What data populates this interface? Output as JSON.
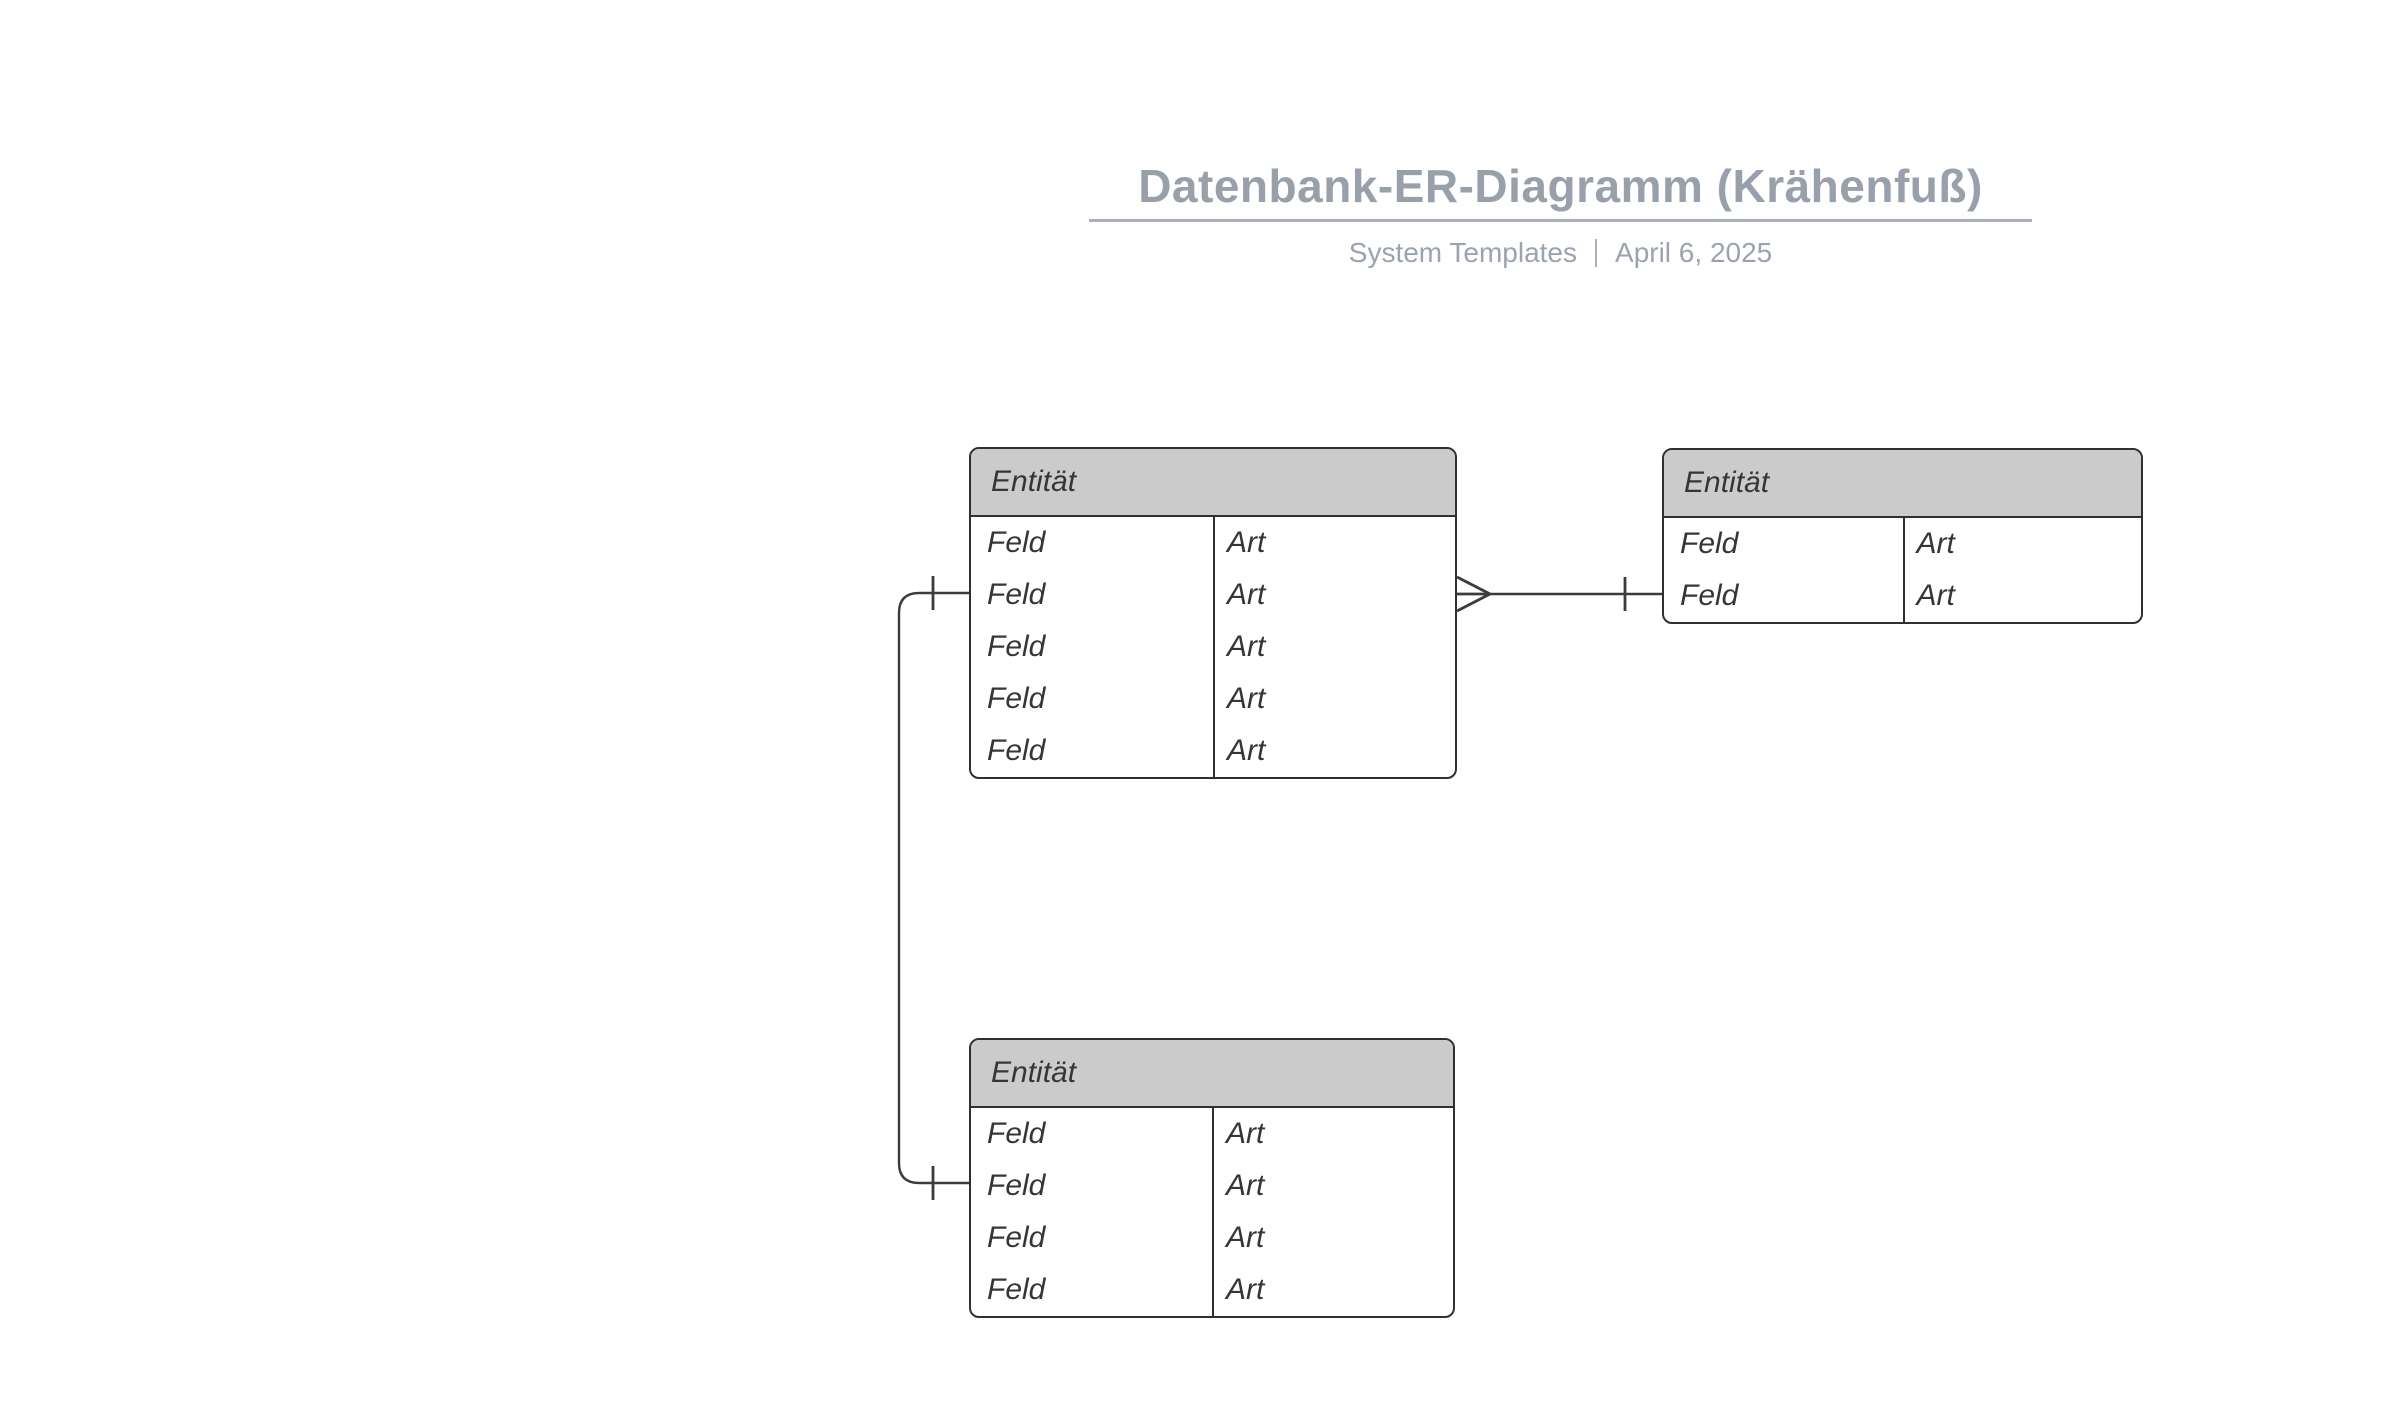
{
  "header": {
    "title": "Datenbank-ER-Diagramm (Krähenfuß)",
    "subtitle_left": "System Templates",
    "subtitle_right": "April 6, 2025"
  },
  "colors": {
    "background": "#ffffff",
    "title_text": "#98a0ab",
    "subtitle_text": "#9ba3b0",
    "title_rule": "#abb1ba",
    "entity_border": "#303030",
    "entity_header_bg": "#cbcbcb",
    "entity_text": "#363636",
    "connector": "#3b3b3b"
  },
  "notation": "crow's foot (Krähenfuß)",
  "entities": [
    {
      "id": "entity-top-left",
      "title": "Entität",
      "rows": [
        {
          "field": "Feld",
          "type": "Art"
        },
        {
          "field": "Feld",
          "type": "Art"
        },
        {
          "field": "Feld",
          "type": "Art"
        },
        {
          "field": "Feld",
          "type": "Art"
        },
        {
          "field": "Feld",
          "type": "Art"
        }
      ]
    },
    {
      "id": "entity-top-right",
      "title": "Entität",
      "rows": [
        {
          "field": "Feld",
          "type": "Art"
        },
        {
          "field": "Feld",
          "type": "Art"
        }
      ]
    },
    {
      "id": "entity-bottom",
      "title": "Entität",
      "rows": [
        {
          "field": "Feld",
          "type": "Art"
        },
        {
          "field": "Feld",
          "type": "Art"
        },
        {
          "field": "Feld",
          "type": "Art"
        },
        {
          "field": "Feld",
          "type": "Art"
        }
      ]
    }
  ],
  "relationships": [
    {
      "from": "entity-top-left",
      "to": "entity-top-right",
      "from_cardinality": "many (crow's foot)",
      "to_cardinality": "one (tick)"
    },
    {
      "from": "entity-top-left",
      "to": "entity-bottom",
      "from_cardinality": "one (tick)",
      "to_cardinality": "one (tick)"
    }
  ]
}
